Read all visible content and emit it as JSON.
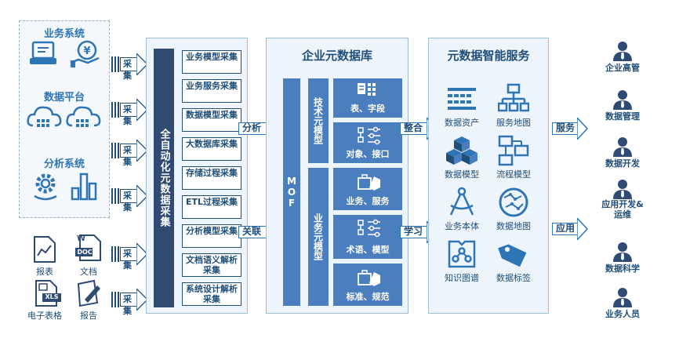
{
  "sources": {
    "groups": [
      {
        "title": "业务系统"
      },
      {
        "title": "数据平台"
      },
      {
        "title": "分析系统"
      }
    ],
    "files": [
      {
        "label": "报表"
      },
      {
        "label": "文档",
        "badge": "DOC"
      },
      {
        "label": "电子表格",
        "badge": "XLS"
      },
      {
        "label": "报告"
      }
    ]
  },
  "collect_label": "采集",
  "automation": {
    "title": "全自动化元数据采集",
    "steps": [
      "业务模型采集",
      "业务服务采集",
      "数据模型采集",
      "大数据库采集",
      "存储过程采集",
      "ETL过程采集",
      "分析模型采集",
      "文档语义解析采集",
      "系统设计解析采集"
    ]
  },
  "connectors": {
    "analyze": "分析",
    "link": "关联",
    "integrate": "整合",
    "learn": "学习",
    "service": "服务",
    "apply": "应用"
  },
  "metadata_repo": {
    "title": "企业元数据库",
    "mof": "MOF",
    "categories": [
      {
        "label": "技术元模型",
        "tiles": [
          "表、字段",
          "对象、接口"
        ]
      },
      {
        "label": "业务元模型",
        "tiles": [
          "业务、服务",
          "术语、模型",
          "标准、规范"
        ]
      }
    ]
  },
  "services": {
    "title": "元数据智能服务",
    "items": [
      {
        "label": "数据资产",
        "icon": "data-asset-icon"
      },
      {
        "label": "服务地图",
        "icon": "service-map-icon"
      },
      {
        "label": "数据模型",
        "icon": "data-model-icon"
      },
      {
        "label": "流程模型",
        "icon": "process-model-icon"
      },
      {
        "label": "业务本体",
        "icon": "business-ontology-icon"
      },
      {
        "label": "数据地图",
        "icon": "data-map-icon"
      },
      {
        "label": "知识图谱",
        "icon": "knowledge-graph-icon"
      },
      {
        "label": "数据标签",
        "icon": "data-tag-icon"
      }
    ]
  },
  "users": [
    "企业高管",
    "数据管理",
    "数据开发",
    "应用开发&运维",
    "数据科学",
    "业务人员"
  ],
  "colors": {
    "dark_navy": "#2f4a73",
    "tile_blue": "#4a7ebf",
    "text_blue": "#1f4e79",
    "accent_blue": "#2e75b6",
    "panel_bg": "#eef4fb"
  }
}
